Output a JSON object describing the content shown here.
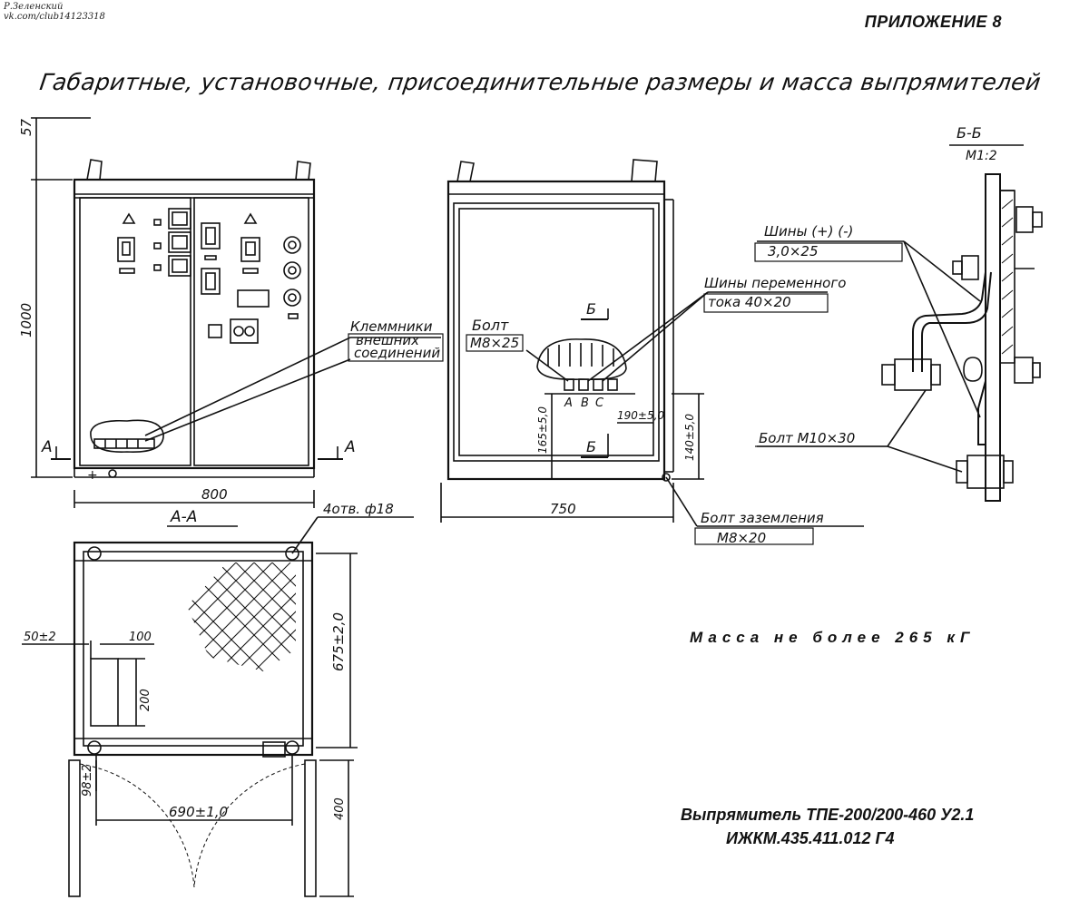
{
  "header": {
    "author_line1": "Р.Зеленский",
    "author_line2": "vk.com/club14123318",
    "appendix": "ПРИЛОЖЕНИЕ 8"
  },
  "title": "Габаритные, установочные, присоединительные размеры и масса выпрямителей",
  "front_view": {
    "dim_height": "1000",
    "dim_top": "57",
    "dim_width": "800",
    "section_mark": "А",
    "callout_terminals": [
      "Клеммники",
      "внешних",
      "соединений"
    ]
  },
  "side_view": {
    "dim_width": "750",
    "dim_165": "165±5,0",
    "dim_190": "190±5,0",
    "dim_140": "140±5,0",
    "section_mark": "Б",
    "phase_labels": [
      "А",
      "В",
      "С"
    ],
    "callout_bolt": [
      "Болт",
      "М8×25"
    ],
    "callout_ac_bus": [
      "Шины переменного",
      "тока 40×20"
    ],
    "callout_ground": [
      "Болт заземления",
      "М8×20"
    ]
  },
  "detail_bb": {
    "title": "Б-Б",
    "scale": "М1:2",
    "callout_dc_bus": [
      "Шины (+) (-)",
      "3,0×25"
    ],
    "callout_bolt": "Болт М10×30"
  },
  "plan_view": {
    "title": "А-А",
    "holes": "4отв. ф18",
    "dim_675": "675±2,0",
    "dim_50": "50±2",
    "dim_100": "100",
    "dim_200": "200",
    "dim_98": "98±2",
    "dim_690": "690±1,0",
    "dim_400": "400"
  },
  "mass": "Масса не более 265 кГ",
  "product": {
    "name": "Выпрямитель ТПЕ-200/200-460 У2.1",
    "code": "ИЖКМ.435.411.012 Г4"
  }
}
